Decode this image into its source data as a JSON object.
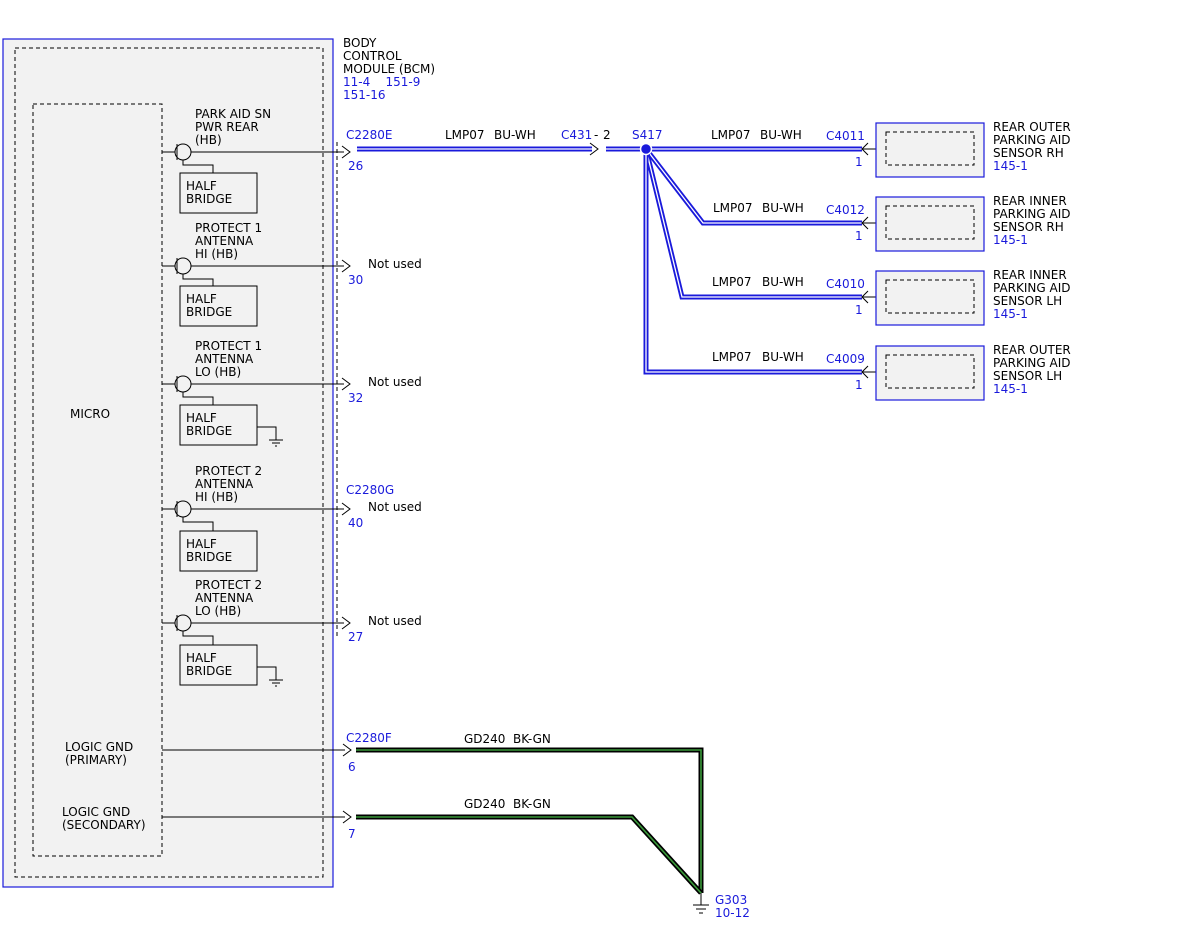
{
  "module": {
    "title_lines": [
      "BODY",
      "CONTROL",
      "MODULE (BCM)"
    ],
    "refs_line1": "11-4    151-9",
    "refs_line2": "151-16",
    "micro_label": "MICRO",
    "logic_gnd_primary": [
      "LOGIC GND",
      "(PRIMARY)"
    ],
    "logic_gnd_secondary": [
      "LOGIC GND",
      "(SECONDARY)"
    ]
  },
  "circuits": [
    {
      "label": [
        "PARK AID SN",
        "PWR REAR",
        "(HB)"
      ],
      "hb": [
        "HALF",
        "BRIDGE"
      ],
      "pin": "26",
      "connector": "C2280E",
      "note": ""
    },
    {
      "label": [
        "PROTECT 1",
        "ANTENNA",
        "HI (HB)"
      ],
      "hb": [
        "HALF",
        "BRIDGE"
      ],
      "pin": "30",
      "connector": "",
      "note": "Not used"
    },
    {
      "label": [
        "PROTECT 1",
        "ANTENNA",
        "LO (HB)"
      ],
      "hb": [
        "HALF",
        "BRIDGE"
      ],
      "pin": "32",
      "connector": "",
      "note": "Not used"
    },
    {
      "label": [
        "PROTECT 2",
        "ANTENNA",
        "HI (HB)"
      ],
      "hb": [
        "HALF",
        "BRIDGE"
      ],
      "pin": "40",
      "connector": "C2280G",
      "note": "Not used"
    },
    {
      "label": [
        "PROTECT 2",
        "ANTENNA",
        "LO (HB)"
      ],
      "hb": [
        "HALF",
        "BRIDGE"
      ],
      "pin": "27",
      "connector": "",
      "note": "Not used"
    }
  ],
  "main_wire": {
    "circuit": "LMP07",
    "color": "BU-WH",
    "inline_connector": "C431",
    "inline_pin": "2",
    "splice": "S417"
  },
  "sensors": [
    {
      "connector": "C4011",
      "pin": "1",
      "circuit": "LMP07",
      "color": "BU-WH",
      "name": [
        "REAR OUTER",
        "PARKING AID",
        "SENSOR RH"
      ],
      "ref": "145-1"
    },
    {
      "connector": "C4012",
      "pin": "1",
      "circuit": "LMP07",
      "color": "BU-WH",
      "name": [
        "REAR INNER",
        "PARKING AID",
        "SENSOR RH"
      ],
      "ref": "145-1"
    },
    {
      "connector": "C4010",
      "pin": "1",
      "circuit": "LMP07",
      "color": "BU-WH",
      "name": [
        "REAR INNER",
        "PARKING AID",
        "SENSOR LH"
      ],
      "ref": "145-1"
    },
    {
      "connector": "C4009",
      "pin": "1",
      "circuit": "LMP07",
      "color": "BU-WH",
      "name": [
        "REAR OUTER",
        "PARKING AID",
        "SENSOR LH"
      ],
      "ref": "145-1"
    }
  ],
  "grounds": {
    "connector": "C2280F",
    "primary": {
      "pin": "6",
      "circuit": "GD240",
      "color": "BK-GN"
    },
    "secondary": {
      "pin": "7",
      "circuit": "GD240",
      "color": "BK-GN"
    },
    "ground_point": "G303",
    "ground_ref": "10-12"
  },
  "colors": {
    "wire_blue": "#1a1adb",
    "wire_green": "#3a9a3a",
    "box_fill": "#f2f2f2"
  }
}
